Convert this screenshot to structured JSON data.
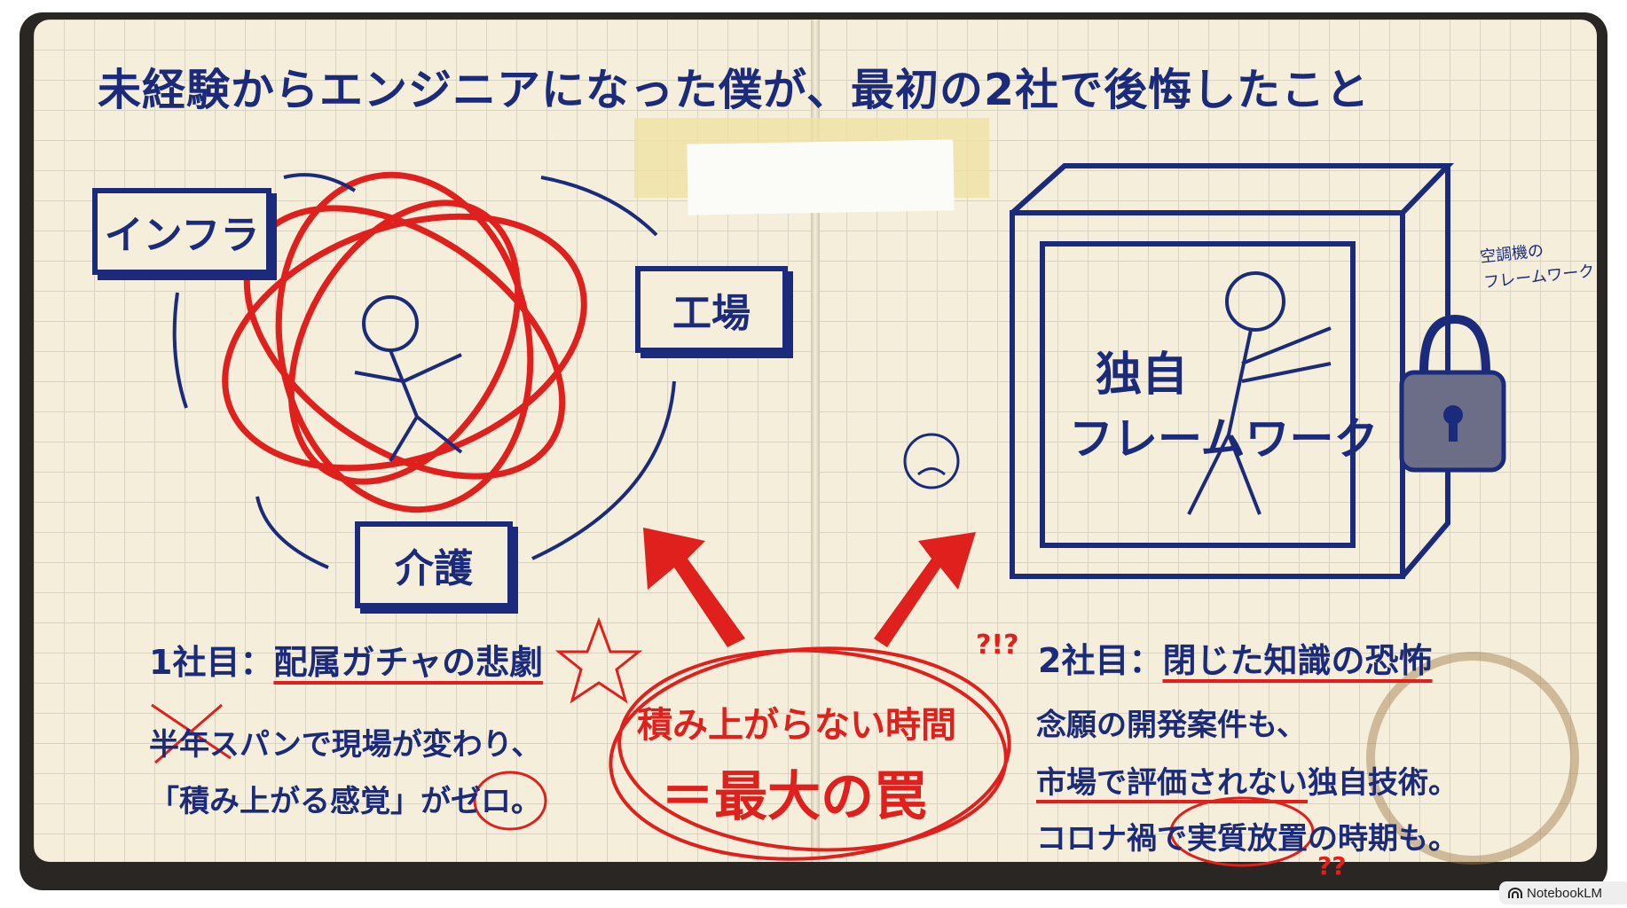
{
  "title": "未経験からエンジニアになった僕が、最初の2社で後悔したこと",
  "left_page": {
    "nodes": [
      "インフラ",
      "工場",
      "介護"
    ],
    "heading_prefix": "1社目：",
    "heading": "配属ガチャの悲劇",
    "line1_struck": "半年",
    "line1_rest": "スパンで現場が変わり、",
    "line2_before": "「積み上がる感覚」が",
    "line2_circled": "ゼロ",
    "line2_end": "。"
  },
  "center": {
    "line1": "積み上がらない時間",
    "line2": "＝最大の罠"
  },
  "right_page": {
    "box_label_1": "独自",
    "box_label_2": "フレームワーク",
    "side_note_1": "空調機の",
    "side_note_2": "フレームワーク",
    "question_marks": "?!?",
    "heading_prefix": "2社目：",
    "heading": "閉じた知識の恐怖",
    "line1": "念願の開発案件も、",
    "line2_underlined": "市場で評価されない",
    "line2_rest": "独自技術。",
    "line3_before": "コロナ禍で",
    "line3_circled": "実質放置",
    "line3_after": "の時期も。",
    "question_marks_2": "??"
  },
  "badge": {
    "label": "NotebookLM",
    "icon": "notebooklm-logo-icon"
  },
  "colors": {
    "ink": "#1b2a7a",
    "red": "#e0201c",
    "paper": "#f4eedb",
    "cover": "#2a2624"
  }
}
